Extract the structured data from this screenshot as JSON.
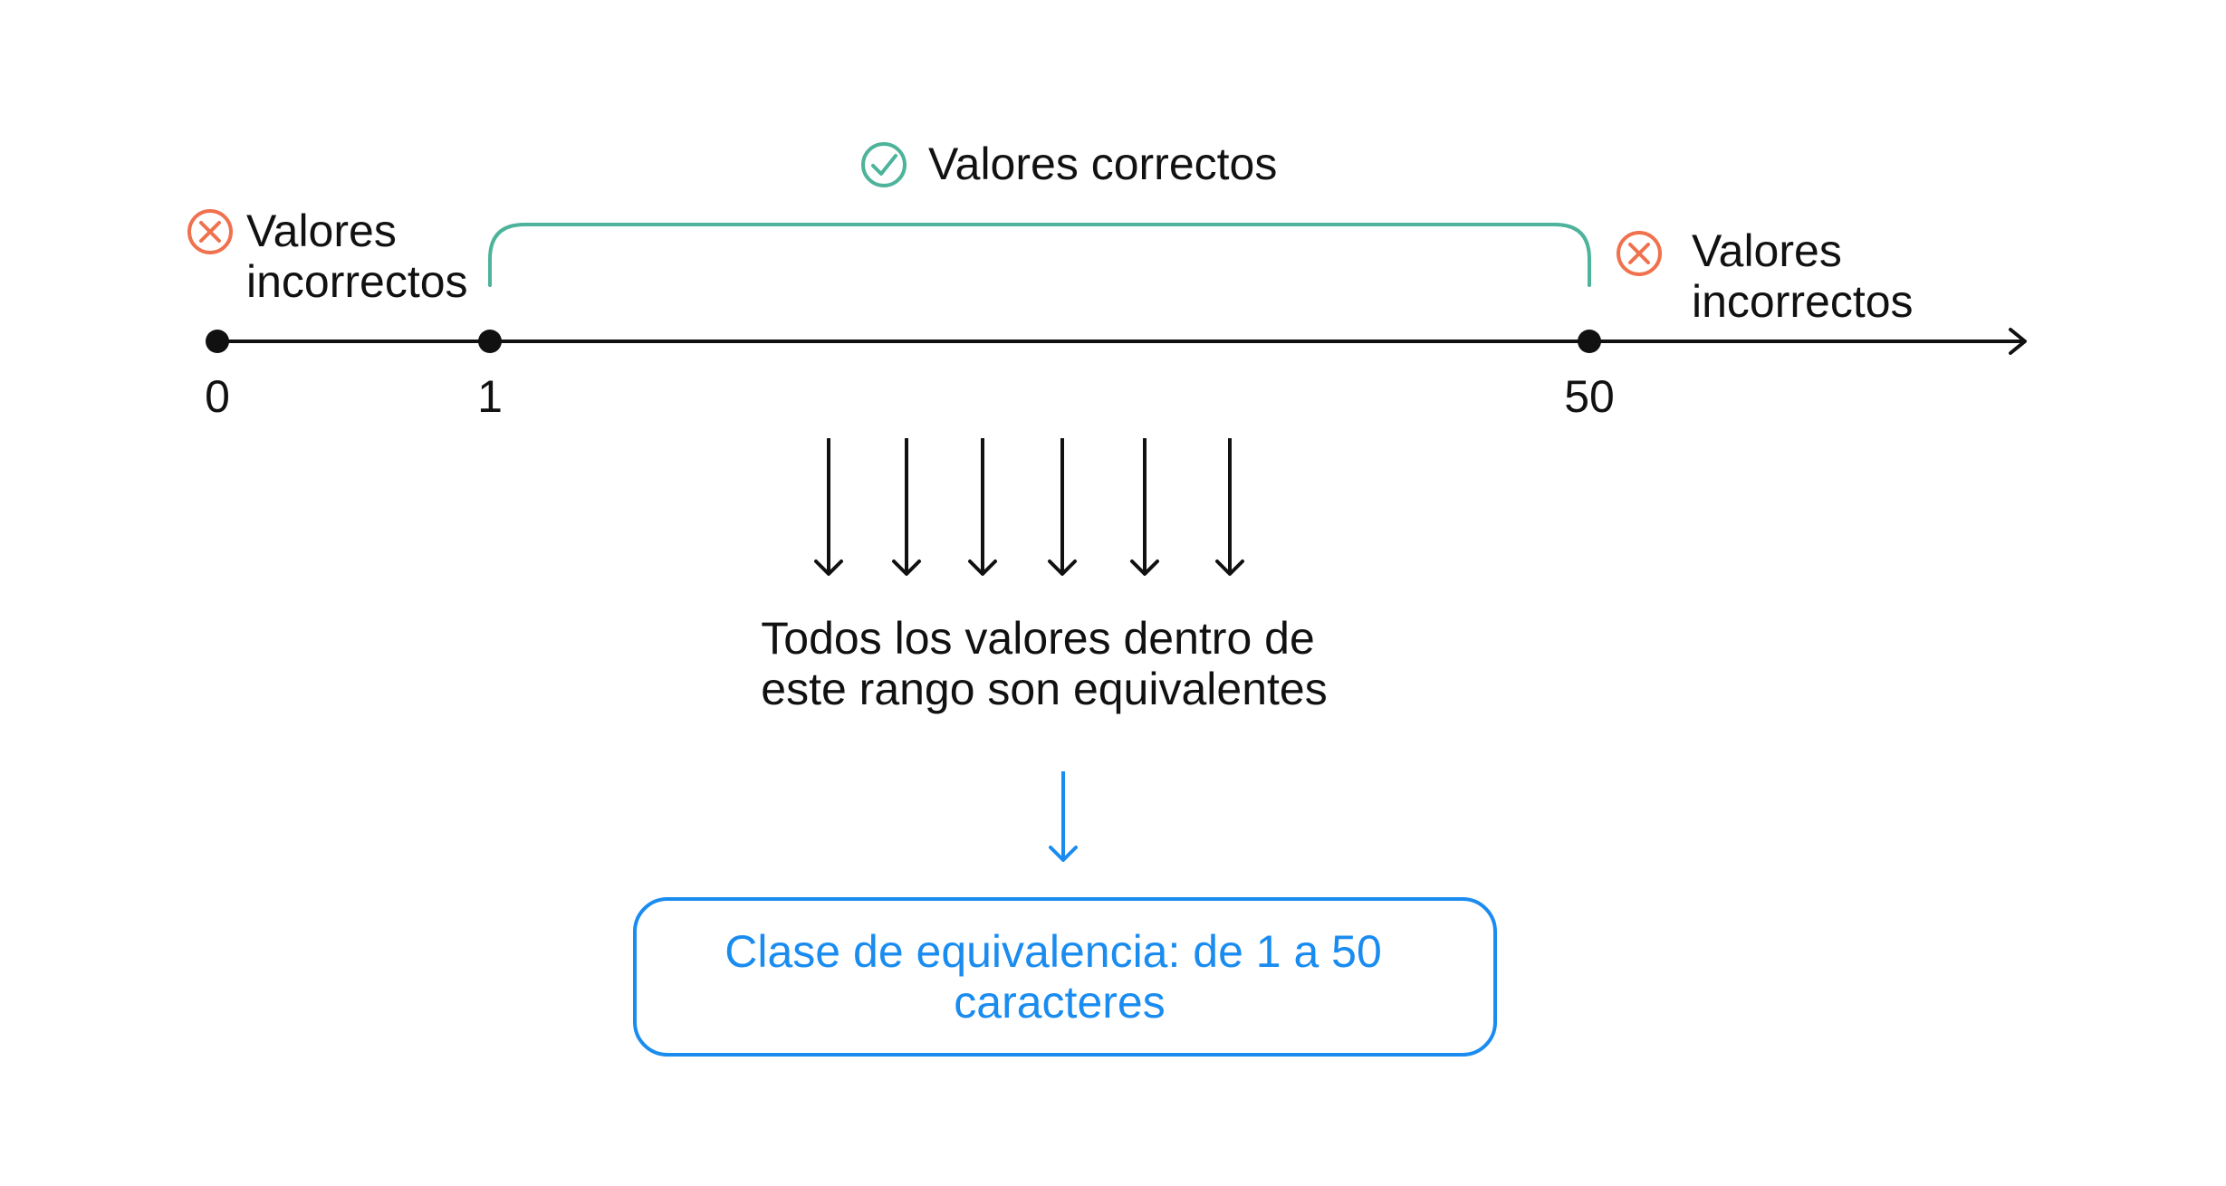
{
  "colors": {
    "ink": "#111111",
    "valid": "#4DB39A",
    "invalid": "#F0714E",
    "accent": "#1A8CF0"
  },
  "icons": {
    "valid": "check-circle-icon",
    "invalid": "x-circle-icon"
  },
  "number_line": {
    "ticks": [
      {
        "value": 0,
        "label": "0"
      },
      {
        "value": 1,
        "label": "1"
      },
      {
        "value": 50,
        "label": "50"
      }
    ]
  },
  "labels": {
    "valid": "Valores correctos",
    "invalid_left": [
      "Valores",
      "incorrectos"
    ],
    "invalid_right": [
      "Valores",
      "incorrectos"
    ]
  },
  "note": {
    "arrow_count": 6,
    "lines": [
      "Todos los valores dentro de",
      "este rango son equivalentes"
    ]
  },
  "result": {
    "lines": [
      "Clase de equivalencia: de 1 a 50",
      "caracteres"
    ]
  }
}
